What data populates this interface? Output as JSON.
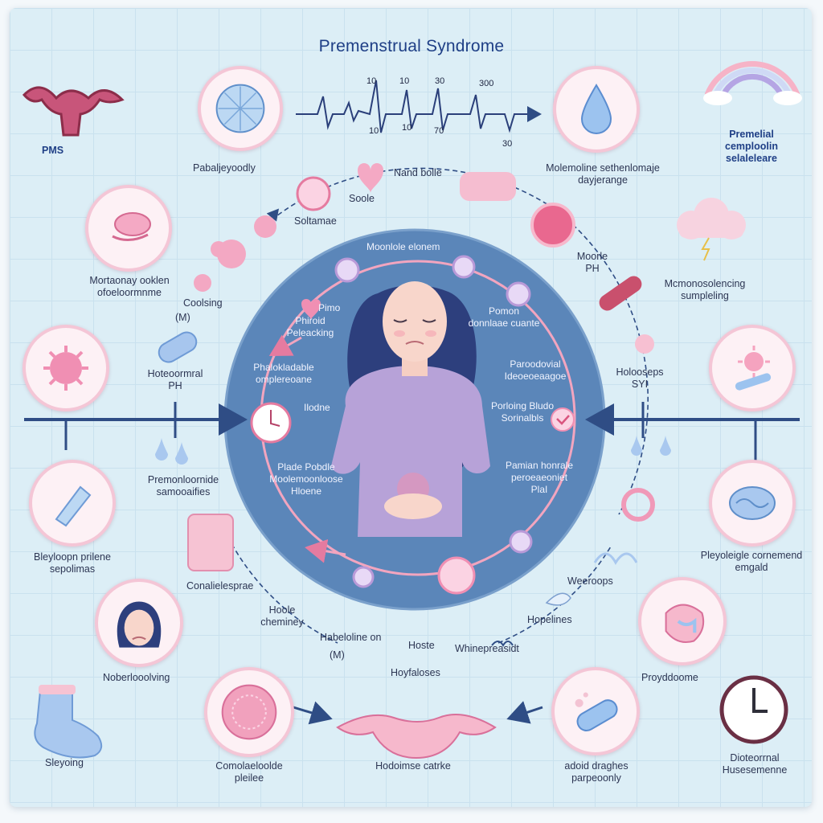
{
  "title": "Premenstrual Syndrome",
  "ecg_labels": {
    "top": [
      "10",
      "10",
      "30",
      "300"
    ],
    "bottom": [
      "10",
      "10",
      "70",
      "30"
    ]
  },
  "labels": {
    "pms": "PMS",
    "fatigue": "Pabaljeyoodly",
    "water": "Molemoline sethenlomaje dayjerange",
    "rainbow": "Premelial cemploolin selaleleare",
    "heart_top": "Nand bolle",
    "soole": "Soole",
    "solutnae": "Soltamae",
    "mood": "Mortaonay ooklen ofoeloormnme",
    "cravings": "Coolsing",
    "m_left": "(M)",
    "cloud": "Mcmonosolencing sumpleling",
    "pill_label": "Moorle PH",
    "hormone_left": "Hoteoormral PH",
    "headaches_right": "Holooseps SYI",
    "premen_left": "Premonloornide samooaifies",
    "bloating": "Bleyloopn prilene sepolimas",
    "brain": "Pleyoleigle cornemend emgald",
    "face_cond": "Conalielesprae",
    "irritability": "Noberlooolving",
    "sleeping": "Sleyoing",
    "bottom_left": "Comolaeloolde pleilee",
    "uterus": "Hodoimse catrke",
    "bottom_right": "adoid draghes parpeoonly",
    "clock": "Dioteorrnal Husesemenne",
    "hoole": "Hoole cheminey",
    "habits": "Habeloline on",
    "m_bottom": "(M)",
    "hoste": "Hoste",
    "hoyfalises": "Hoyfaloses",
    "hinepreasidt": "Whinepreasidt",
    "weeroops": "Weeroops",
    "hopelines": "Hopelines",
    "prryddoome": "Proyddoome"
  },
  "inner_labels": {
    "top": "Moonlole elonem",
    "primo": "Pimo",
    "pheroid": "Phiroid Peleacking",
    "pronen": "Pomon donnlaae cuante",
    "phalc": "Phalokladable omplereoane",
    "perseond": "Paroodovial Ideoeoeaagoe",
    "ilodne": "Ilodne",
    "porlong": "Porloing Bludo Sorinalbls",
    "plade": "Plade Pobdle Moolemoonloose Hloene",
    "pamin": "Pamian honrale peroeaeoniet PlaI"
  },
  "colors": {
    "inner_circle": "#5b86b9",
    "ring": "#f2a5bf",
    "line": "#2f4d85",
    "accent": "#e57ba0",
    "title": "#1f3f86"
  }
}
